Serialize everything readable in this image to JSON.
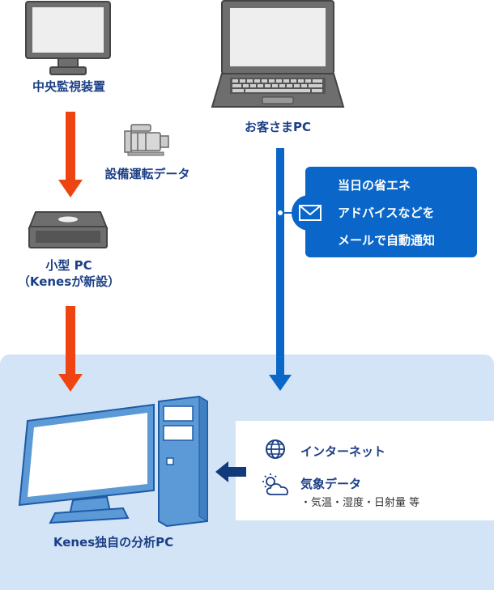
{
  "nodes": {
    "central_monitor": "中央監視装置",
    "customer_pc": "お客さまPC",
    "equipment_data": "設備運転データ",
    "small_pc_line1": "小型 PC",
    "small_pc_line2": "（Kenesが新設）",
    "analysis_pc": "Kenes独自の分析PC"
  },
  "mail_bubble": {
    "line1": "当日の省エネ",
    "line2": "アドバイスなどを",
    "line3": "メールで自動通知"
  },
  "info_box": {
    "internet": "インターネット",
    "weather": "気象データ",
    "weather_detail": "・気温・湿度・日射量 等"
  },
  "colors": {
    "arrow_orange": "#ee4411",
    "arrow_blue": "#0a66c8",
    "arrow_navy": "#123a7a",
    "label_navy": "#1b3f86",
    "panel_bg": "#d3e4f6"
  }
}
